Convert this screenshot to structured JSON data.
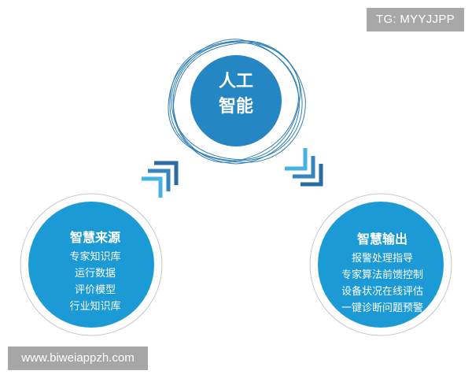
{
  "watermark_top": "TG: MYYJJPP",
  "watermark_bottom": "www.biweiappzh.com",
  "center": {
    "line1": "人工",
    "line2": "智能"
  },
  "left_node": {
    "title": "智慧来源",
    "items": [
      "专家知识库",
      "运行数据",
      "评价模型",
      "行业知识库"
    ]
  },
  "right_node": {
    "title": "智慧输出",
    "items": [
      "报警处理指导",
      "专家算法前馈控制",
      "设备状况在线评估",
      "一键诊断问题预警"
    ]
  },
  "colors": {
    "center_fill": "#2486c2",
    "node_fill": "#1b9ad6",
    "ring": "#b9d7ec",
    "chevron_dark": "#2a6ba6",
    "chevron_light": "#45b3e3"
  }
}
